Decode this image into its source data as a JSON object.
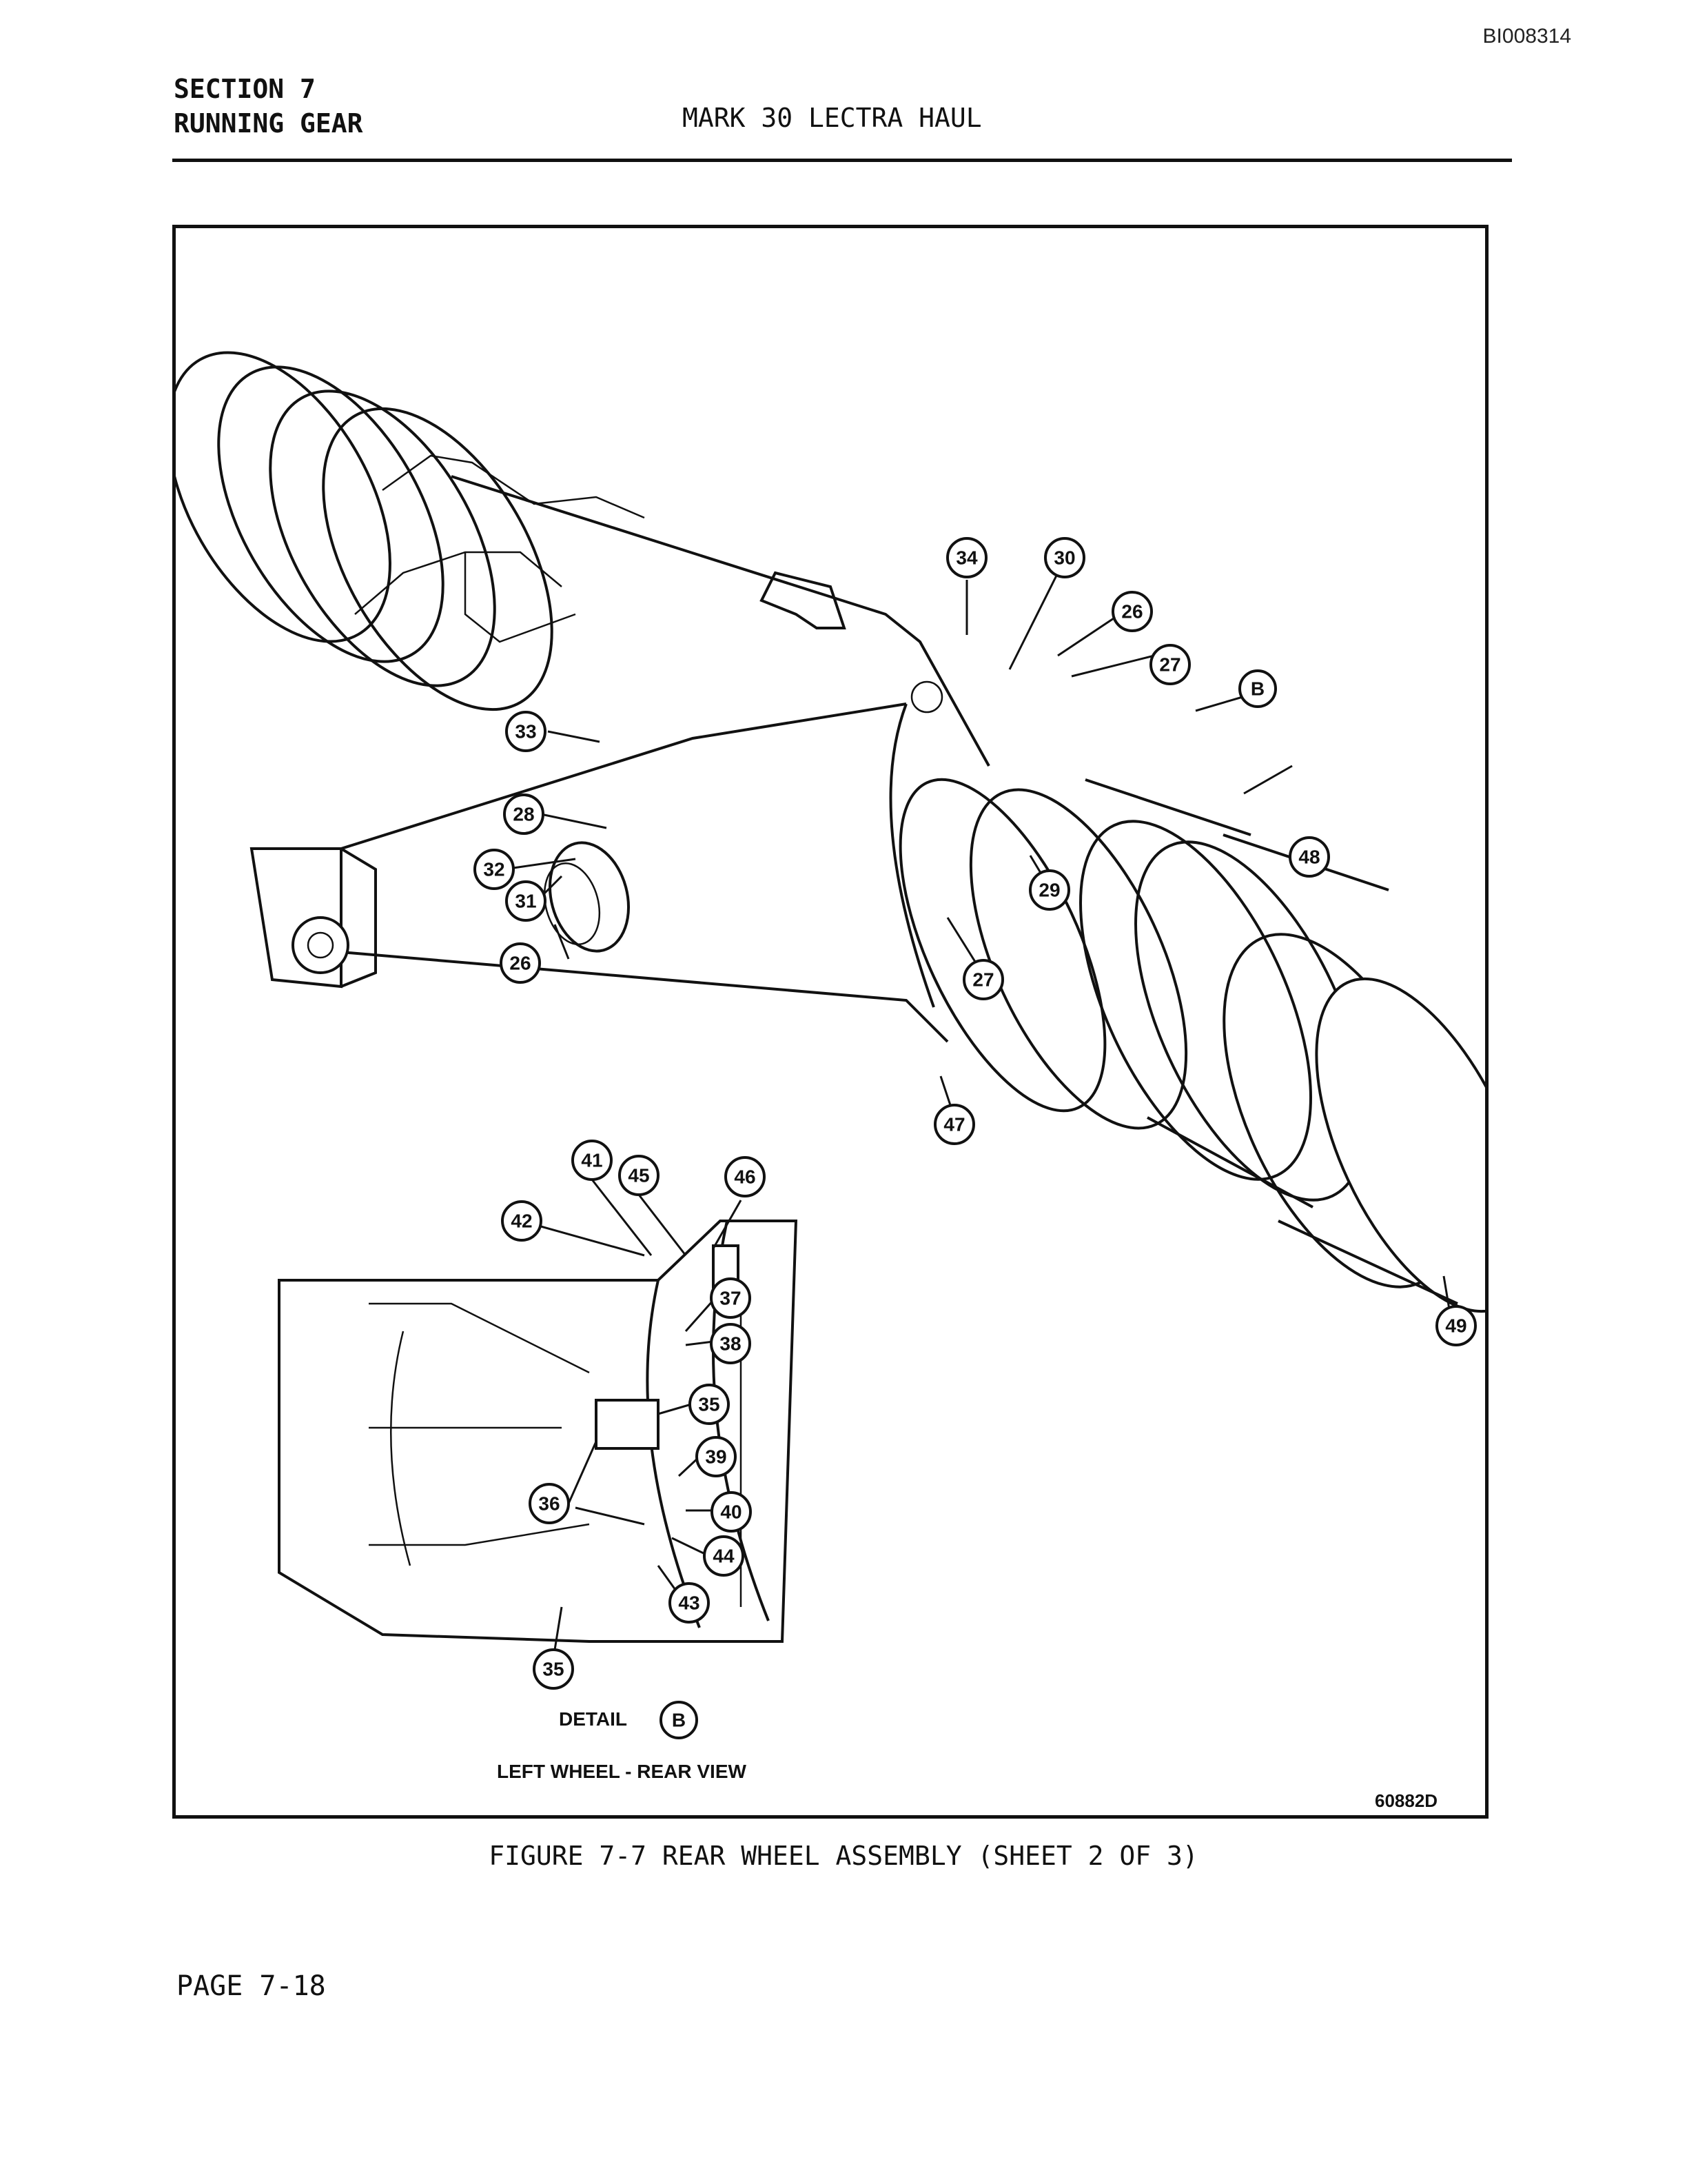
{
  "document_id": "BI008314",
  "header": {
    "section": "SECTION 7",
    "chapter": "RUNNING GEAR",
    "title": "MARK 30 LECTRA HAUL"
  },
  "figure": {
    "callouts_main": [
      "34",
      "30",
      "26",
      "33",
      "27",
      "B",
      "28",
      "48",
      "32",
      "29",
      "31",
      "26",
      "27",
      "47",
      "49"
    ],
    "callouts_detail": [
      "41",
      "45",
      "46",
      "42",
      "37",
      "38",
      "35",
      "39",
      "36",
      "40",
      "44",
      "43",
      "35"
    ],
    "detail_label": "DETAIL",
    "detail_ref": "B",
    "detail_caption": "LEFT WHEEL - REAR VIEW",
    "drawing_number": "60882D"
  },
  "caption": "FIGURE 7-7 REAR WHEEL ASSEMBLY (SHEET 2 OF 3)",
  "footer": {
    "page": "PAGE 7-18"
  }
}
